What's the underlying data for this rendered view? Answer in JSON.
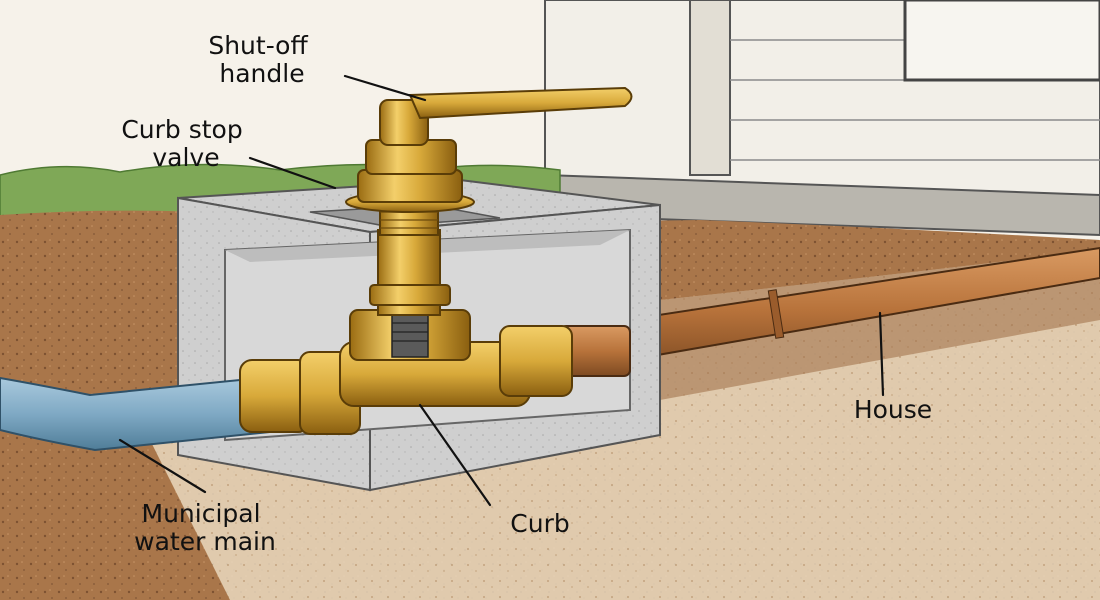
{
  "labels": {
    "shutoff_handle": [
      "Shut-off",
      "handle"
    ],
    "curb_stop_valve": [
      "Curb stop",
      "valve"
    ],
    "municipal_water_main": [
      "Municipal",
      "water main"
    ],
    "curb": "Curb",
    "house": "House"
  },
  "colors": {
    "brass": "#d8a93a",
    "brass_dark": "#9a6c12",
    "concrete": "#c9c9c9",
    "soil": "#a9764a",
    "house_siding": "#f2efe8",
    "grass": "#7fa857",
    "main_pipe": "#7fa9c4",
    "house_pipe": "#b8733b"
  }
}
